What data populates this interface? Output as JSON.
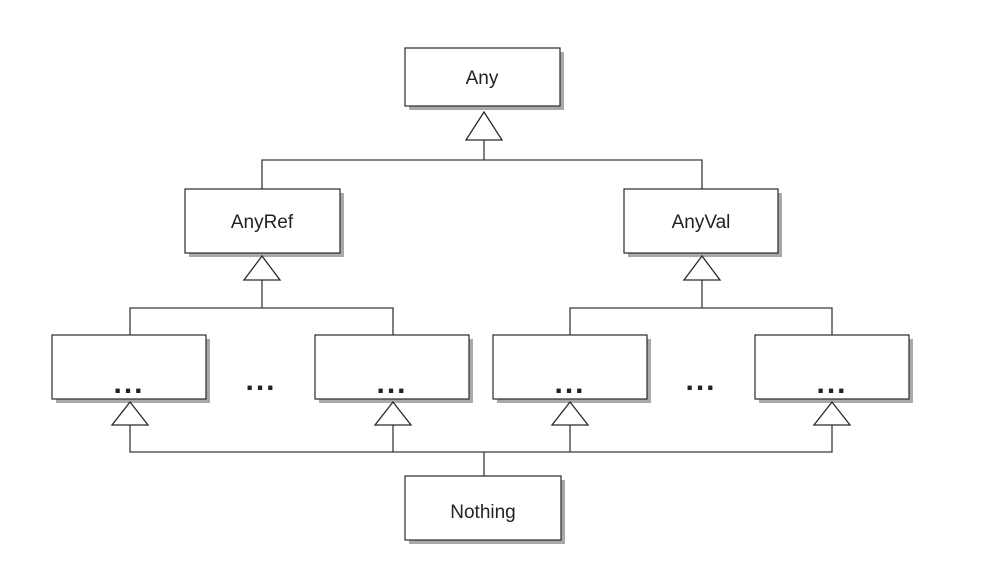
{
  "diagram": {
    "root": "Any",
    "ref_branch": "AnyRef",
    "val_branch": "AnyVal",
    "bottom": "Nothing",
    "placeholder": "...",
    "gap_placeholder": "..."
  }
}
